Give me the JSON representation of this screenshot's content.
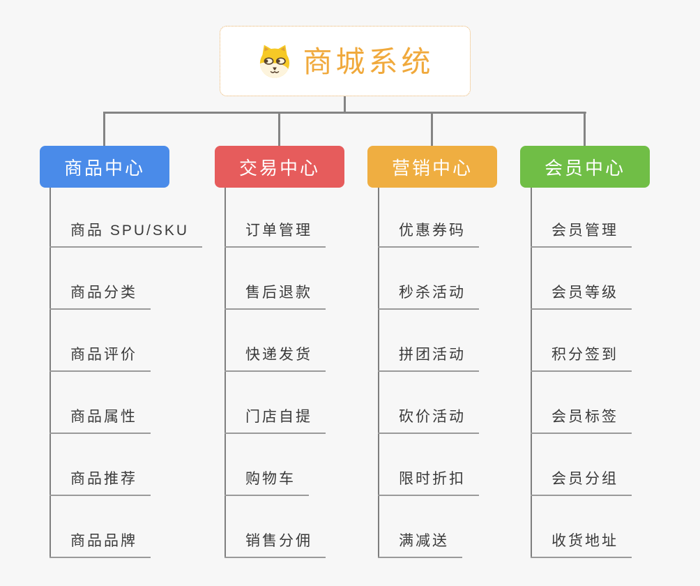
{
  "root": {
    "title": "商城系统",
    "icon": "doge-icon"
  },
  "branches": [
    {
      "label": "商品中心",
      "color": "#4a8be9",
      "items": [
        "商品 SPU/SKU",
        "商品分类",
        "商品评价",
        "商品属性",
        "商品推荐",
        "商品品牌"
      ]
    },
    {
      "label": "交易中心",
      "color": "#e65c5c",
      "items": [
        "订单管理",
        "售后退款",
        "快递发货",
        "门店自提",
        "购物车",
        "销售分佣"
      ]
    },
    {
      "label": "营销中心",
      "color": "#efae41",
      "items": [
        "优惠券码",
        "秒杀活动",
        "拼团活动",
        "砍价活动",
        "限时折扣",
        "满减送"
      ]
    },
    {
      "label": "会员中心",
      "color": "#70be46",
      "items": [
        "会员管理",
        "会员等级",
        "积分签到",
        "会员标签",
        "会员分组",
        "收货地址"
      ]
    }
  ],
  "style": {
    "background": "#f7f7f7",
    "connector_color": "#848484",
    "leaf_underline_color": "#9a9a9a",
    "leaf_text_color": "#3a3a3a",
    "root_accent": "#f0a93c",
    "root_border": "#e9b064"
  }
}
